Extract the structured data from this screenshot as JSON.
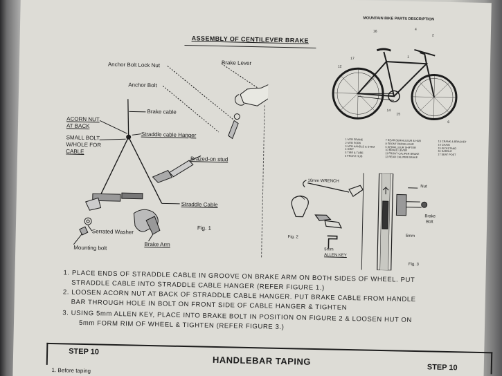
{
  "figure1": {
    "title": "ASSEMBLY OF CENTILEVER BRAKE",
    "labels": {
      "brake_lever": "Brake Lever",
      "anchor_bolt_lock_nut": "Anchor Bolt Lock Nut",
      "anchor_bolt": "Anchor Bolt",
      "brake_cable": "Brake cable",
      "acorn_nut": "ACORN NUT",
      "at_back": "AT BACK",
      "small_bolt": "SMALL BOLT",
      "w_hole_for": "W/HOLE FOR",
      "cable": "CABLE",
      "straddle_cable_hanger": "Straddle cable Hanger",
      "brazed_on_stud": "Brazed-on stud",
      "straddle_cable": "Straddle Cable",
      "serrated_washer": "Serrated Washer",
      "mounting_bolt": "Mounting bolt",
      "brake_arm": "Brake Arm",
      "fig": "Fig. 1"
    }
  },
  "bike_parts": {
    "title": "MOUNTAIN BIKE PARTS DESCRIPTION",
    "col1": [
      "1 MTB FRAME",
      "2 MTB FORK",
      "3 MTB HANDLE & STEM",
      "4 GRIP",
      "5 TIRE & TUBE",
      "6 FRONT HUB"
    ],
    "col2": [
      "7 REAR DERAILLEUR & HUB",
      "8 FRONT DERAILLEUR",
      "9 DERAILLEUR SHIFTER",
      "10 BRAKE LEVER",
      "11 FRONT CALIPER BRAKE",
      "12 REAR CALIPER BRAKE"
    ],
    "col3": [
      "13 CRANK & BRACKET",
      "14 CHAIN",
      "15 KICKSTAND",
      "16 SADDLE",
      "17 SEAT POST"
    ]
  },
  "figure2": {
    "wrench": "10mm WRENCH",
    "allen": "5mm",
    "allen2": "ALLEN KEY",
    "fig": "Fig. 2"
  },
  "figure3": {
    "nut": "Nut",
    "brake": "Brake",
    "bolt": "Bolt",
    "mm": "5mm",
    "fig": "Fig. 3"
  },
  "instructions": [
    "1. PLACE ENDS OF STRADDLE CABLE IN GROOVE ON BRAKE ARM ON BOTH SIDES OF WHEEL. PUT",
    "STRADDLE CABLE INTO STRADDLE CABLE HANGER (REFER FIGURE 1.)",
    "2. LOOSEN ACORN NUT AT BACK OF STRADDLE CABLE HANGER. PUT BRAKE CABLE FROM HANDLE",
    "BAR THROUGH HOLE IN BOLT ON FRONT SIDE OF CABLE HANGER & TIGHTEN",
    "3. USING 5mm ALLEN KEY, PLACE INTO BRAKE BOLT IN POSITION ON FIGURE 2 & LOOSEN HUT ON",
    "5mm FORM RIM OF WHEEL & TIGHTEN (REFER FIGURE 3.)"
  ],
  "step": {
    "left": "STEP 10",
    "title": "HANDLEBAR TAPING",
    "right": "STEP 10",
    "first_line": "1.  Before  taping"
  }
}
